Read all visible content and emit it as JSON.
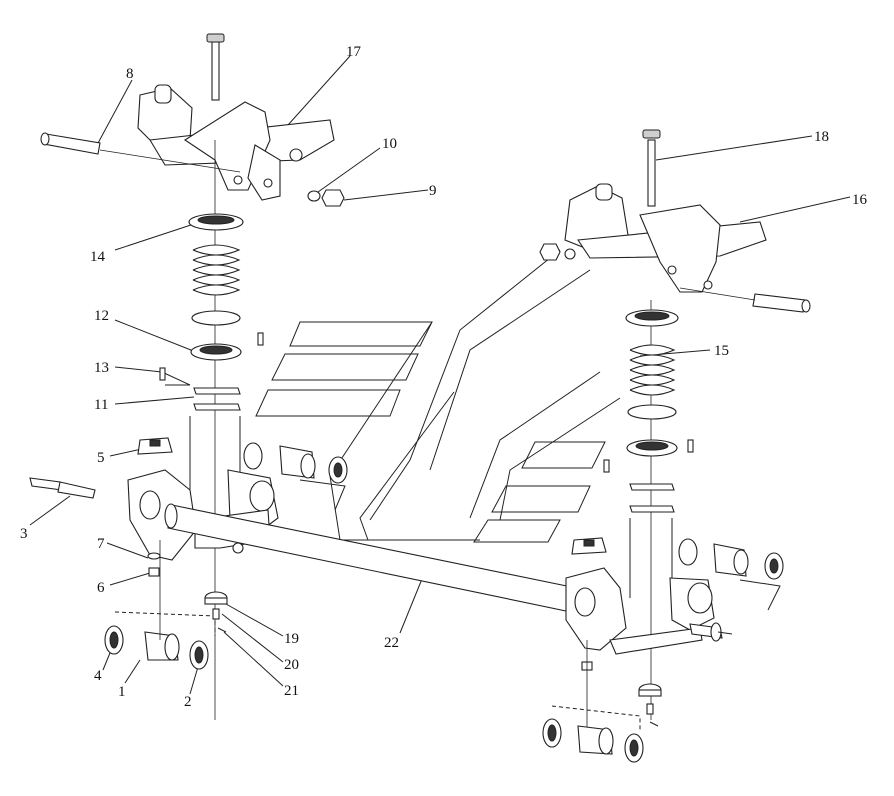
{
  "callouts": [
    {
      "id": "1",
      "label": "1"
    },
    {
      "id": "2",
      "label": "2"
    },
    {
      "id": "3",
      "label": "3"
    },
    {
      "id": "4",
      "label": "4"
    },
    {
      "id": "5",
      "label": "5"
    },
    {
      "id": "6",
      "label": "6"
    },
    {
      "id": "7",
      "label": "7"
    },
    {
      "id": "8",
      "label": "8"
    },
    {
      "id": "9",
      "label": "9"
    },
    {
      "id": "10",
      "label": "10"
    },
    {
      "id": "11",
      "label": "11"
    },
    {
      "id": "12",
      "label": "12"
    },
    {
      "id": "13",
      "label": "13"
    },
    {
      "id": "14",
      "label": "14"
    },
    {
      "id": "15",
      "label": "15"
    },
    {
      "id": "16",
      "label": "16"
    },
    {
      "id": "17",
      "label": "17"
    },
    {
      "id": "18",
      "label": "18"
    },
    {
      "id": "19",
      "label": "19"
    },
    {
      "id": "20",
      "label": "20"
    },
    {
      "id": "21",
      "label": "21"
    },
    {
      "id": "22",
      "label": "22"
    }
  ],
  "colors": {
    "line": "#222222",
    "background": "#ffffff",
    "shade": "#cfcfcf"
  }
}
